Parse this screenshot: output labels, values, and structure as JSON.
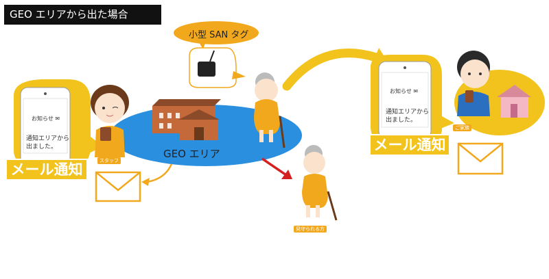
{
  "title": "GEO エリアから出た場合",
  "tag_bubble": {
    "label": "小型 SAN タグ"
  },
  "geo_area": {
    "label": "GEO エリア"
  },
  "phone_left": {
    "header": "お知らせ",
    "line1": "通知エリアから",
    "line2": "出ました。"
  },
  "phone_right": {
    "header": "お知らせ",
    "line1": "通知エリアから",
    "line2": "出ました。"
  },
  "mail_left": {
    "label": "メール通知"
  },
  "mail_right": {
    "label": "メール通知"
  },
  "staff_tag": "スタッフ",
  "watched_tag": "見守られる方",
  "family_tag": "ご家族",
  "colors": {
    "yellow": "#f2c31c",
    "orange": "#f2a81c",
    "blue": "#2b8fe0",
    "red": "#d42020",
    "black": "#111111"
  }
}
